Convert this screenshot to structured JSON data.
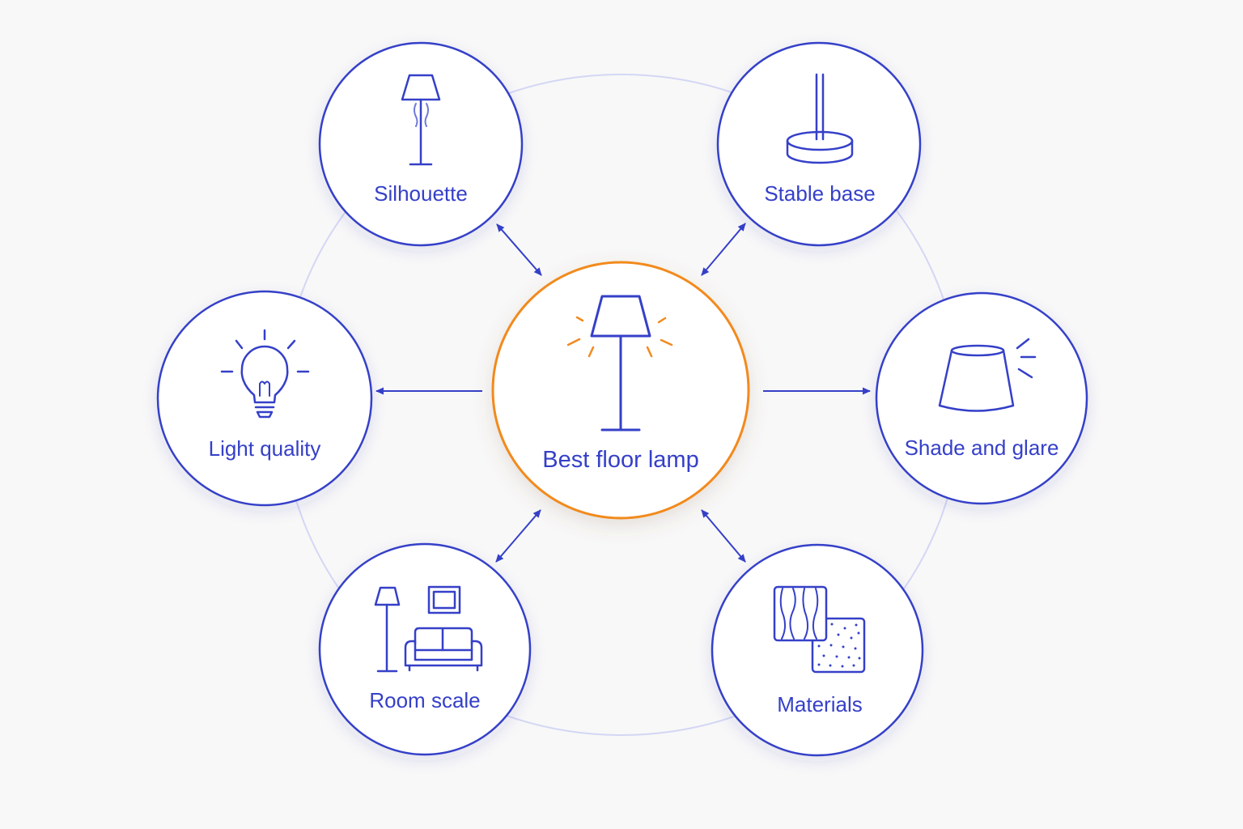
{
  "colors": {
    "background": "#f8f8f8",
    "primary": "#3540c8",
    "accent": "#f28a1e",
    "ring": "#d4d7f4",
    "node_fill": "#ffffff"
  },
  "center": {
    "label": "Best floor lamp",
    "icon": "floor-lamp-glowing-icon"
  },
  "nodes": {
    "silhouette": {
      "label": "Silhouette",
      "icon": "floor-lamp-icon"
    },
    "stable_base": {
      "label": "Stable base",
      "icon": "lamp-base-icon"
    },
    "light_quality": {
      "label": "Light quality",
      "icon": "light-bulb-icon"
    },
    "shade_and_glare": {
      "label": "Shade and glare",
      "icon": "lamp-shade-icon"
    },
    "room_scale": {
      "label": "Room scale",
      "icon": "room-sofa-lamp-icon"
    },
    "materials": {
      "label": "Materials",
      "icon": "material-swatches-icon"
    }
  }
}
